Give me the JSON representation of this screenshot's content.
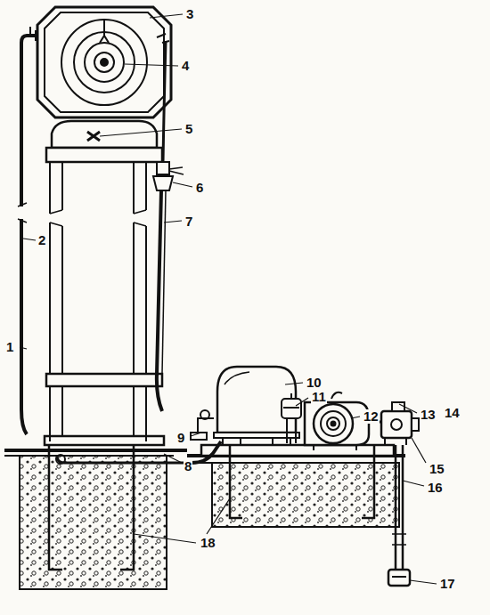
{
  "diagram": {
    "labels": [
      "3",
      "4",
      "5",
      "6",
      "7",
      "2",
      "1",
      "10",
      "11",
      "12",
      "13",
      "14",
      "9",
      "15",
      "16",
      "8",
      "18",
      "17"
    ]
  }
}
